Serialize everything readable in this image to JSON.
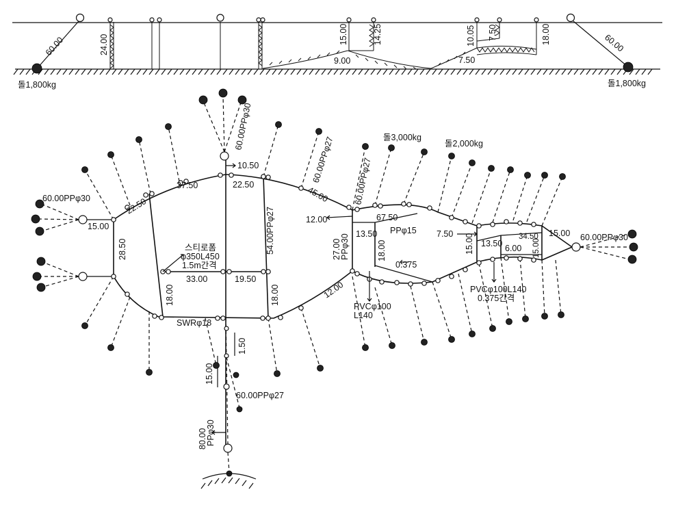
{
  "side_view": {
    "anchor_left_label": "돌1,800kg",
    "anchor_right_label": "돌1,800kg",
    "dims": {
      "left_anchor_rope": "60.00",
      "right_anchor_rope": "60.00",
      "wall_1": "24.00",
      "trap_1_depth": "15.00",
      "trap_1_floor": "9.00",
      "trap_1_wall": "14.25",
      "trap_2_depth": "10.05",
      "trap_2_inner": "7.50",
      "trap_2_wall": "18.00",
      "trap_2_floor": "7.50"
    }
  },
  "plan_view": {
    "stones": {
      "stone_3000": "돌3,000kg",
      "stone_2000": "돌2,000kg"
    },
    "anchor_ropes": {
      "top": "60.00PPφ30",
      "top_right_1": "60.00PPφ27",
      "top_right_2": "60.00PPφ27",
      "left": "60.00PPφ30",
      "right": "60.00PPφ30",
      "bottom_1": "60.00PPφ27",
      "bottom_main": "80.00",
      "bottom_main_spec": "PPφ30",
      "side_upper": "27.00",
      "side_upper_spec": "PPφ30"
    },
    "dims": {
      "d_10_50": "10.50",
      "d_37_50": "37.50",
      "d_22_50_top": "22.50",
      "d_22_50_left": "22.50",
      "d_45_00": "45.00",
      "d_15_00_left": "15.00",
      "d_28_50": "28.50",
      "d_12_00_top": "12.00",
      "d_67_50": "67.50",
      "d_13_50_a": "13.50",
      "d_54_00": "54.00PPφ27",
      "d_33_00": "33.00",
      "d_19_50": "19.50",
      "d_18_00_a": "18.00",
      "d_18_00_b": "18.00",
      "d_18_00_c": "18.00",
      "d_12_00_bot": "12.00",
      "d_0_375": "0.375",
      "d_7_50": "7.50",
      "d_15_00_mid": "15.00",
      "d_13_50_b": "13.50",
      "d_34_50": "34.50",
      "d_6_00": "6.00",
      "d_15_00_right": "15.00",
      "d_15_00_box": "15.00",
      "d_1_50": "1.50",
      "d_15_00_bot": "15.00"
    },
    "notes": {
      "styrofoam_1": "스티로폼",
      "styrofoam_2": "φ350L450",
      "styrofoam_3": "1.5m간격",
      "pp15": "PPφ15",
      "pvc_left_1": "PVCφ100",
      "pvc_left_2": "L140",
      "pvc_right_1": "PVCφ100L140",
      "pvc_right_2": "0.375간격",
      "swr": "SWRφ18"
    }
  }
}
